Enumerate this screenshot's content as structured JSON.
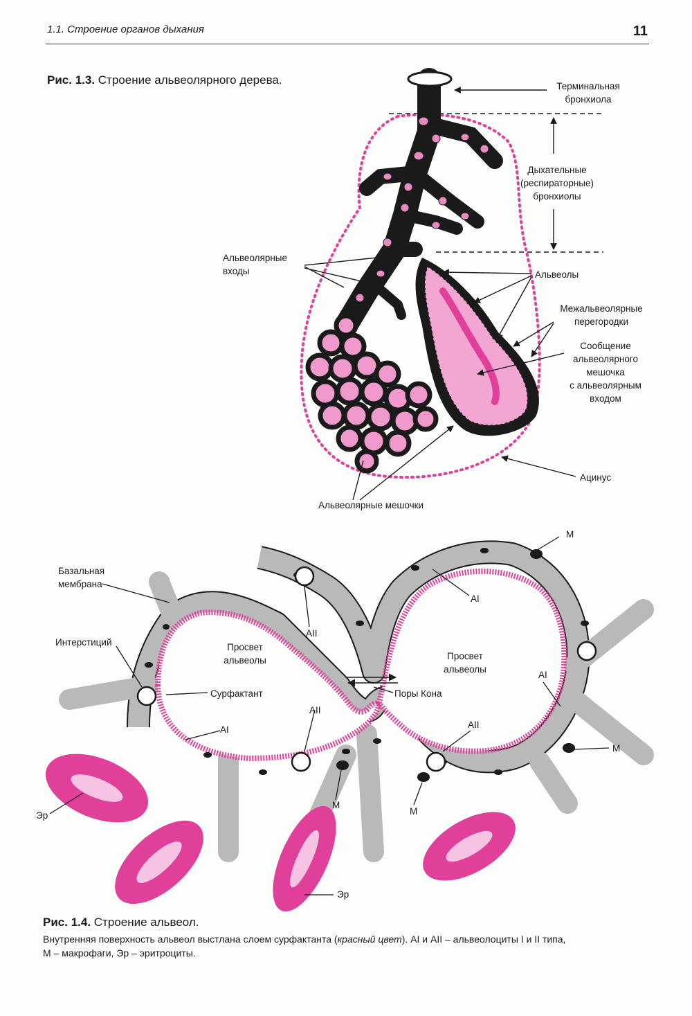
{
  "header": {
    "section": "1.1. Строение органов дыхания",
    "page_number": "11"
  },
  "figure_1_3": {
    "number": "Рис. 1.3.",
    "caption": "Строение альвеолярного дерева.",
    "labels": {
      "terminal_bronchiole": [
        "Терминальная",
        "бронхиола"
      ],
      "respiratory_bronchioles": [
        "Дыхательные",
        "(респираторные)",
        "бронхиолы"
      ],
      "alveolar_entrances": [
        "Альвеолярные",
        "входы"
      ],
      "alveoli": "Альвеолы",
      "interalveolar_septa": [
        "Межальвеолярные",
        "перегородки"
      ],
      "sac_connection": [
        "Сообщение",
        "альвеолярного",
        "мешочка",
        "с альвеолярным",
        "входом"
      ],
      "acinus": "Ацинус",
      "alveolar_sacs": "Альвеолярные мешочки"
    }
  },
  "figure_1_4": {
    "number": "Рис. 1.4.",
    "caption": "Строение альвеол.",
    "note_before": "Внутренняя поверхность альвеол выстлана слоем сурфактанта (",
    "note_italic": "красный цвет",
    "note_after": "). AI и AII – альвеолоциты I и II типа,",
    "note_line2": "М – макрофаги, Эр – эритроциты.",
    "labels": {
      "basal_membrane": [
        "Базальная",
        "мембрана"
      ],
      "interstitium": "Интерстиций",
      "surfactant": "Сурфактант",
      "lumen_left": [
        "Просвет",
        "альвеолы"
      ],
      "lumen_right": [
        "Просвет",
        "альвеолы"
      ],
      "kohn_pores": "Поры Кона",
      "ai": "AI",
      "aii": "AII",
      "m": "М",
      "er": "Эр"
    }
  },
  "colors": {
    "pink": "#e0409a",
    "pink_light": "#f4a6d2",
    "tissue": "#b9b9b9",
    "ink": "#1a1a1a"
  }
}
